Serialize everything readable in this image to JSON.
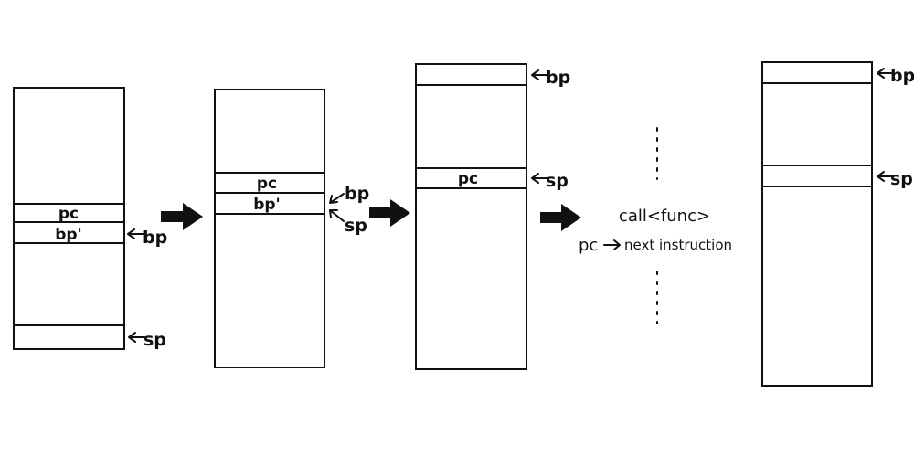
{
  "diagram": {
    "stacks": [
      {
        "cells": [
          {
            "label": "pc"
          },
          {
            "label": "bp'"
          },
          {
            "label": ""
          }
        ],
        "pointers": [
          {
            "label": "bp"
          },
          {
            "label": "sp"
          }
        ]
      },
      {
        "cells": [
          {
            "label": "pc"
          },
          {
            "label": "bp'"
          }
        ],
        "pointers": [
          {
            "label": "bp"
          },
          {
            "label": "sp"
          }
        ]
      },
      {
        "cells": [
          {
            "label": ""
          },
          {
            "label": "pc"
          }
        ],
        "pointers": [
          {
            "label": "bp"
          },
          {
            "label": "sp"
          }
        ]
      },
      {
        "cells": [
          {
            "label": ""
          },
          {
            "label": ""
          }
        ],
        "pointers": [
          {
            "label": "bp"
          },
          {
            "label": "sp"
          }
        ]
      }
    ],
    "note": {
      "call": "call<func>",
      "pc": "pc",
      "next": "next instruction"
    },
    "colors": {
      "ink": "#111111",
      "background": "#ffffff"
    }
  }
}
